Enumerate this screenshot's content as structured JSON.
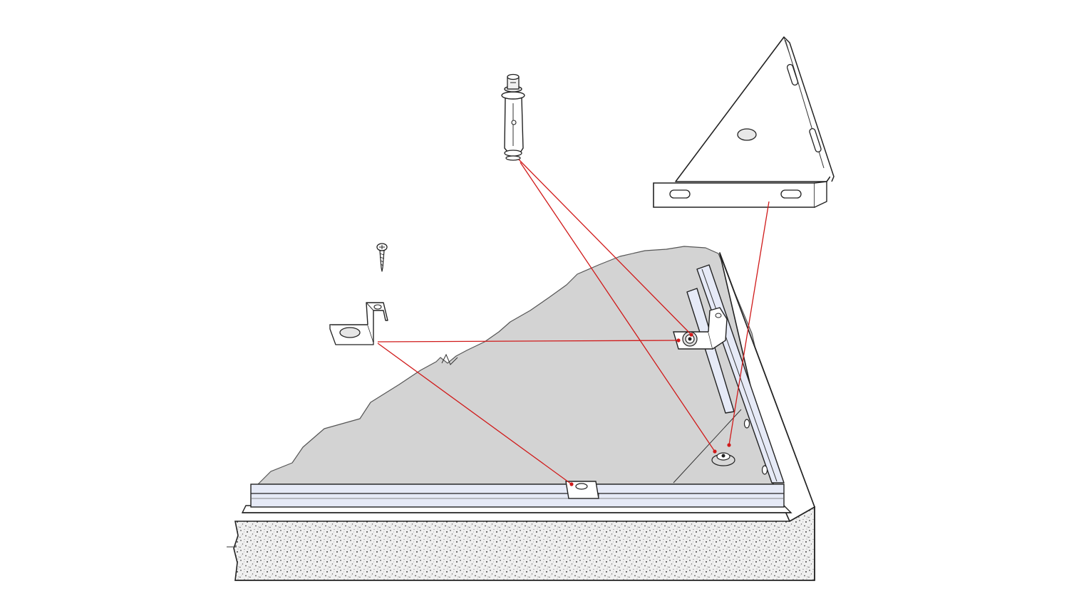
{
  "colors": {
    "leader": "#d01a1a",
    "ground": "#d3d3d3",
    "rail_fill": "#e6eaf7",
    "concrete": "#f2f2f2",
    "speckle": "#555555",
    "line": "#222222"
  },
  "parts": [
    {
      "name": "expansion-anchor-bolt",
      "icon": "anchor-bolt-icon"
    },
    {
      "name": "triangular-corner-bracket",
      "icon": "corner-bracket-icon"
    },
    {
      "name": "wood-screw",
      "icon": "screw-icon"
    },
    {
      "name": "z-clip",
      "icon": "z-clip-icon"
    }
  ],
  "assembly": {
    "connections": [
      {
        "from": "z-clip",
        "to": "rail-corner-clip"
      },
      {
        "from": "z-clip",
        "to": "front-rail-clip"
      },
      {
        "from": "expansion-anchor-bolt",
        "to": "corner-nut"
      },
      {
        "from": "expansion-anchor-bolt",
        "to": "lower-nut"
      },
      {
        "from": "triangular-corner-bracket",
        "to": "lower-nut"
      }
    ]
  }
}
